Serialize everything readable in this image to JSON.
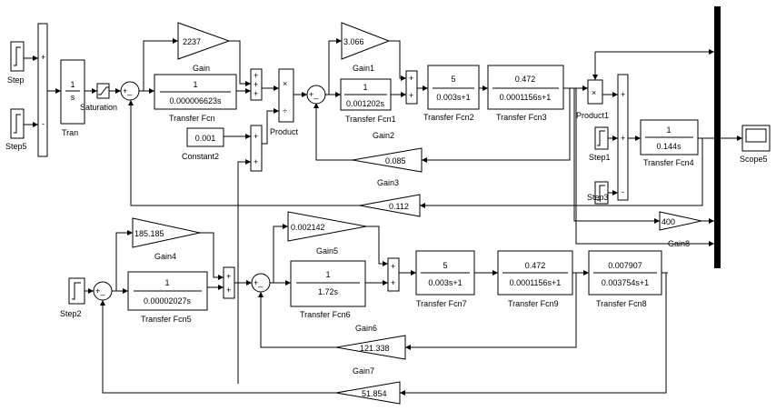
{
  "blocks": {
    "step": {
      "label": "Step"
    },
    "step5": {
      "label": "Step5"
    },
    "tran": {
      "label": "Tran",
      "num": "1",
      "den": "s"
    },
    "saturation": {
      "label": "Saturation"
    },
    "gain": {
      "label": "Gain",
      "value": "2237"
    },
    "tf": {
      "label": "Transfer Fcn",
      "num": "1",
      "den": "0.000006623s"
    },
    "product": {
      "label": "Product",
      "op1": "×",
      "op2": "÷"
    },
    "constant2": {
      "label": "Constant2",
      "value": "0.001"
    },
    "gain1": {
      "label": "Gain1",
      "value": "3.066"
    },
    "tf1": {
      "label": "Transfer Fcn1",
      "num": "1",
      "den": "0.001202s"
    },
    "gain2": {
      "label": "Gain2"
    },
    "tf2": {
      "label": "Transfer Fcn2",
      "num": "5",
      "den": "0.003s+1"
    },
    "tf3": {
      "label": "Transfer Fcn3",
      "num": "0.472",
      "den": "0.0001156s+1"
    },
    "gain3": {
      "label": "Gain3",
      "value": "0.085"
    },
    "product1": {
      "label": "Product1",
      "op1": "×"
    },
    "step1": {
      "label": "Step1"
    },
    "step3": {
      "label": "Step3"
    },
    "tf4": {
      "label": "Transfer Fcn4",
      "num": "1",
      "den": "0.144s"
    },
    "scope5": {
      "label": "Scope5"
    },
    "gain_fb": {
      "value": "0.112"
    },
    "gain8": {
      "label": "Gain8",
      "value": "400"
    },
    "gain4": {
      "label": "Gain4",
      "value": "185.185"
    },
    "step2": {
      "label": "Step2"
    },
    "tf5": {
      "label": "Transfer Fcn5",
      "num": "1",
      "den": "0.00002027s"
    },
    "gain5": {
      "label": "Gain5",
      "value": "0.002142"
    },
    "tf6": {
      "label": "Transfer Fcn6",
      "num": "1",
      "den": "1.72s"
    },
    "tf7": {
      "label": "Transfer Fcn7",
      "num": "5",
      "den": "0.003s+1"
    },
    "tf9": {
      "label": "Transfer Fcn9",
      "num": "0.472",
      "den": "0.0001156s+1"
    },
    "tf8": {
      "label": "Transfer Fcn8",
      "num": "0.007907",
      "den": "0.003754s+1"
    },
    "gain6": {
      "label": "Gain6"
    },
    "gain7": {
      "label": "Gain7",
      "value": "121.338"
    },
    "gain_fb2": {
      "value": "51.854"
    }
  },
  "signs": {
    "plus": "+",
    "minus": "-",
    "pm": "+_"
  }
}
